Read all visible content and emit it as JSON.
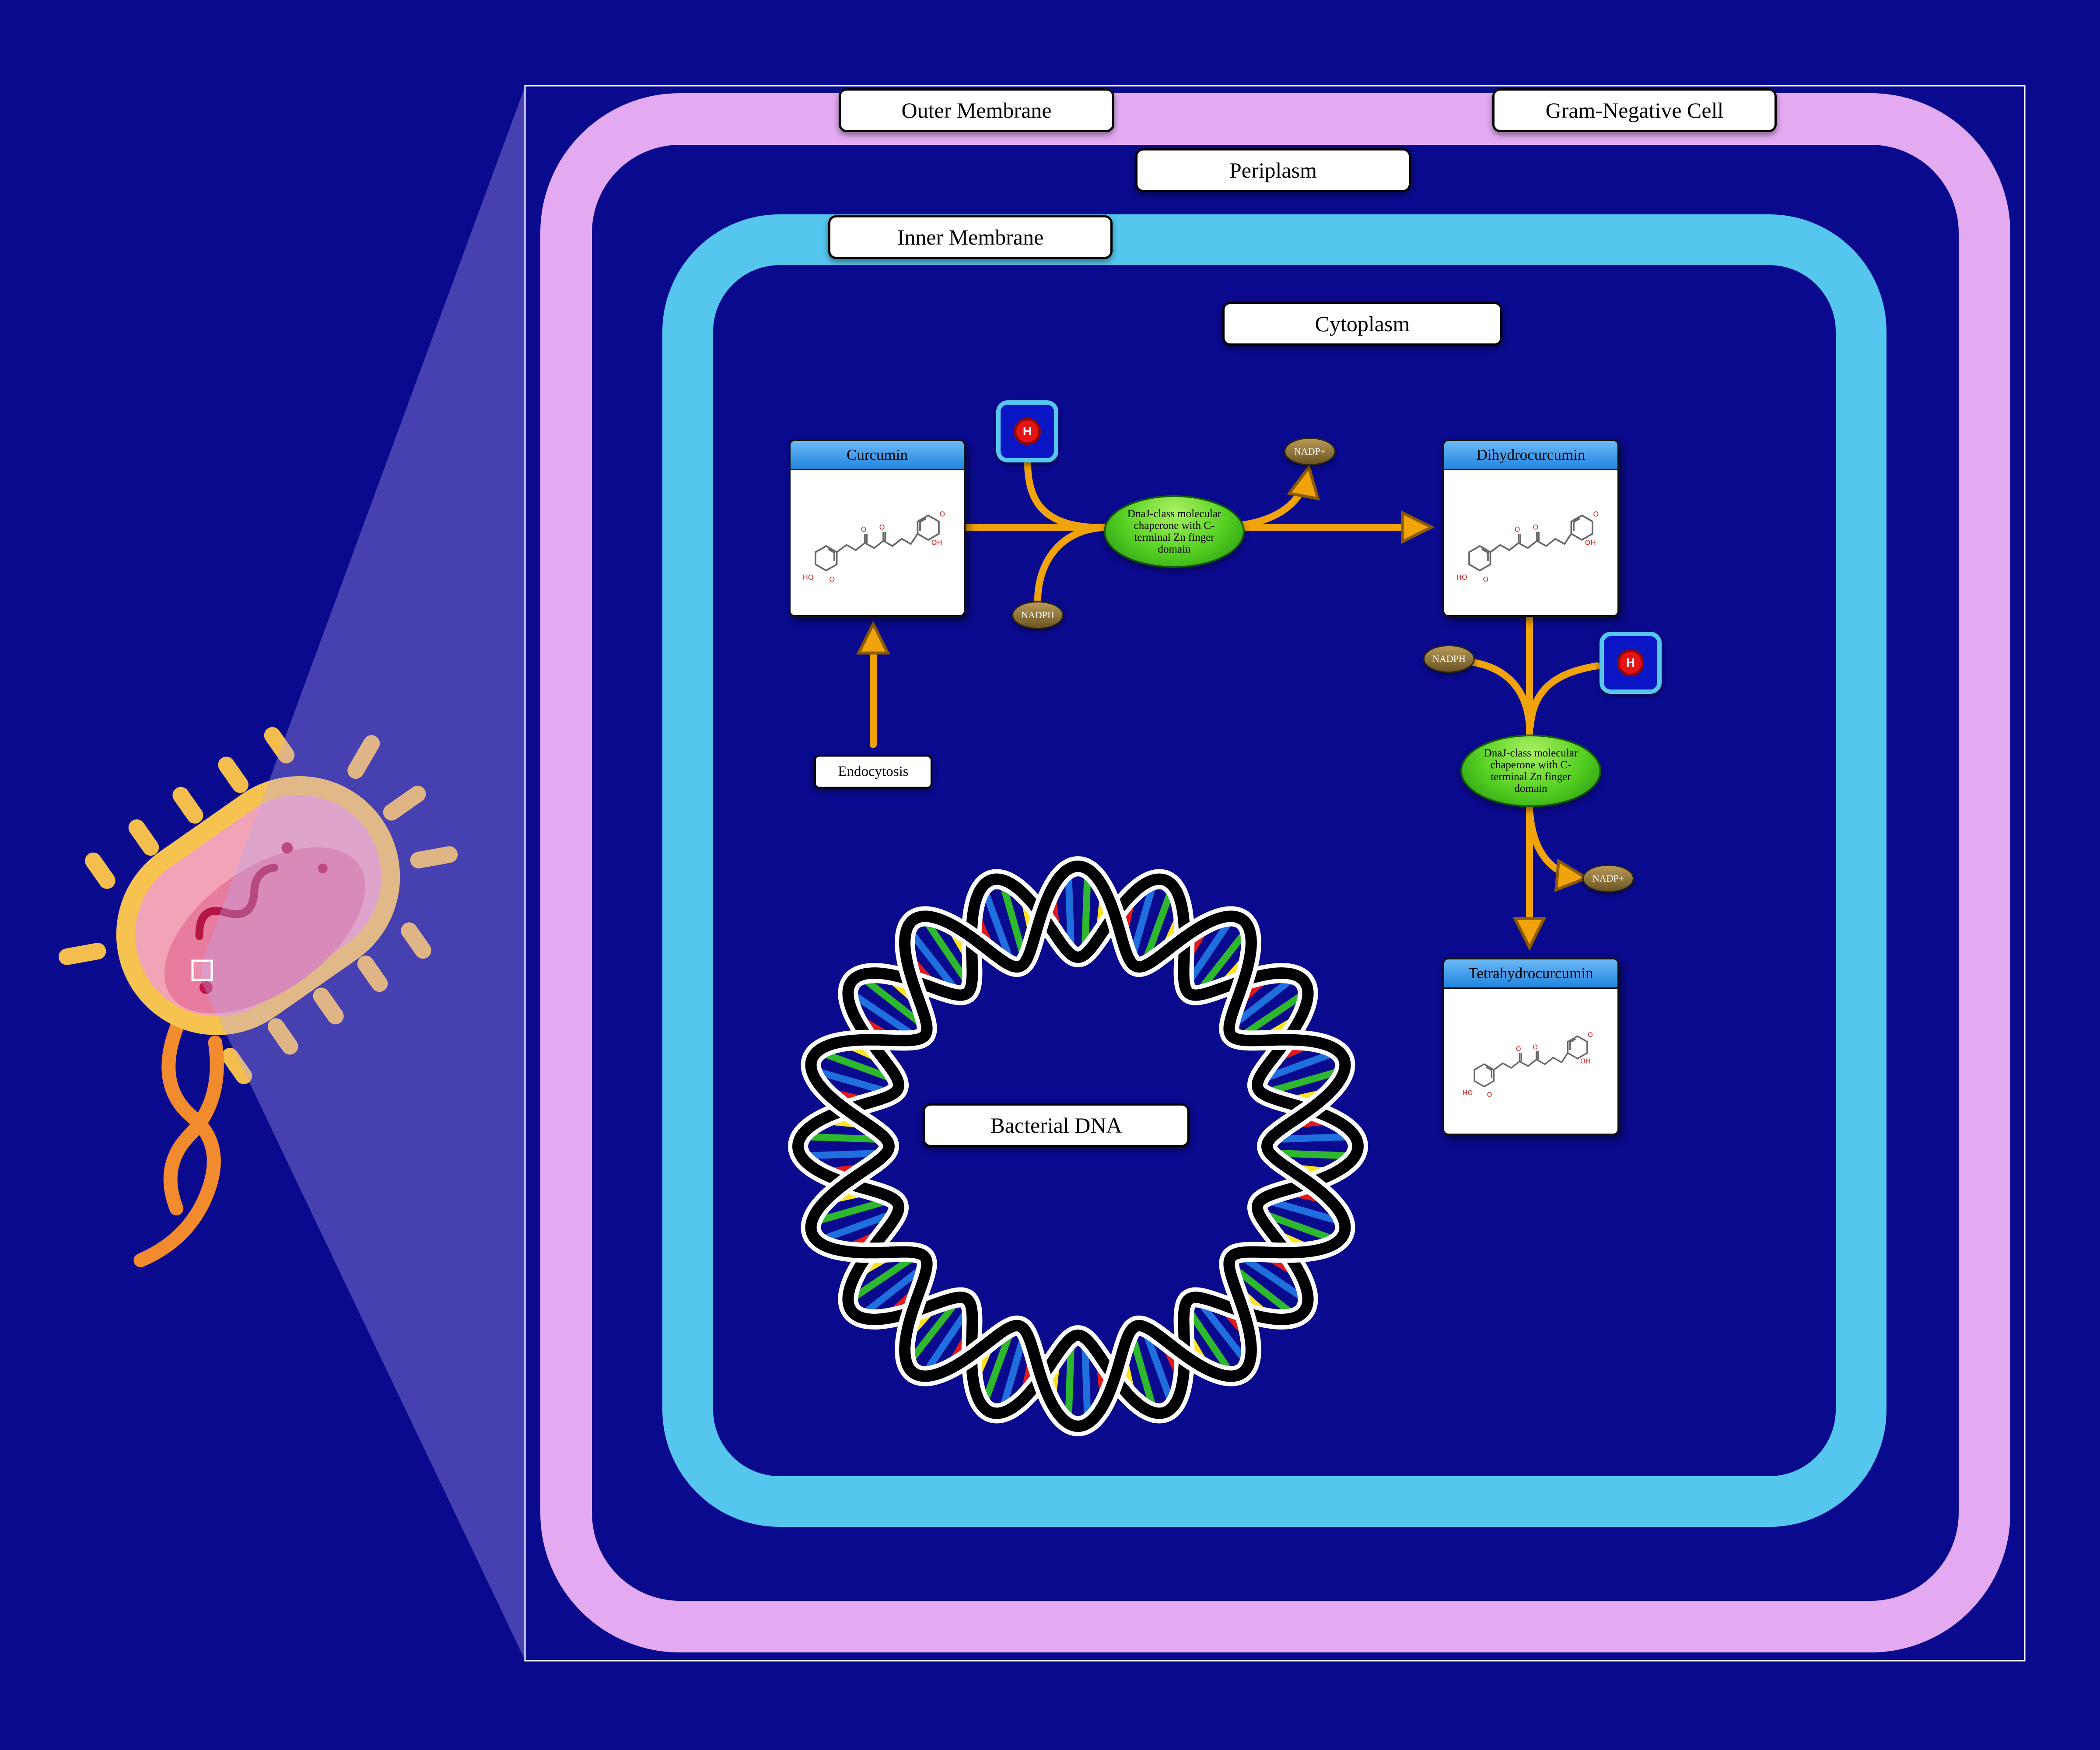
{
  "region_labels": {
    "outer_membrane": "Outer Membrane",
    "gram_negative_cell": "Gram-Negative Cell",
    "periplasm": "Periplasm",
    "inner_membrane": "Inner Membrane",
    "cytoplasm": "Cytoplasm",
    "bacterial_dna": "Bacterial DNA",
    "endocytosis": "Endocytosis"
  },
  "compounds": {
    "curcumin": {
      "name": "Curcumin"
    },
    "dihydrocurcumin": {
      "name": "Dihydrocurcumin"
    },
    "tetrahydrocurcumin": {
      "name": "Tetrahydrocurcumin"
    }
  },
  "enzyme": {
    "name": "DnaJ-class molecular chaperone with C-terminal Zn finger domain"
  },
  "cofactors": {
    "nadph": "NADPH",
    "nadp": "NADP+",
    "hydrogen_ion": "H"
  },
  "colors": {
    "background": "#0a0a8e",
    "outer_membrane": "#e3aaf2",
    "inner_membrane": "#55c7ef",
    "arrow": "#F0A30A",
    "enzyme_fill": "#3fb818",
    "compound_header": "#3d9cf0",
    "cofactor_fill": "#8a713a",
    "dna_strand": "#000000",
    "dna_rungs": [
      "#e31a1c",
      "#1f6fde",
      "#2db82d",
      "#ffe21f"
    ]
  }
}
